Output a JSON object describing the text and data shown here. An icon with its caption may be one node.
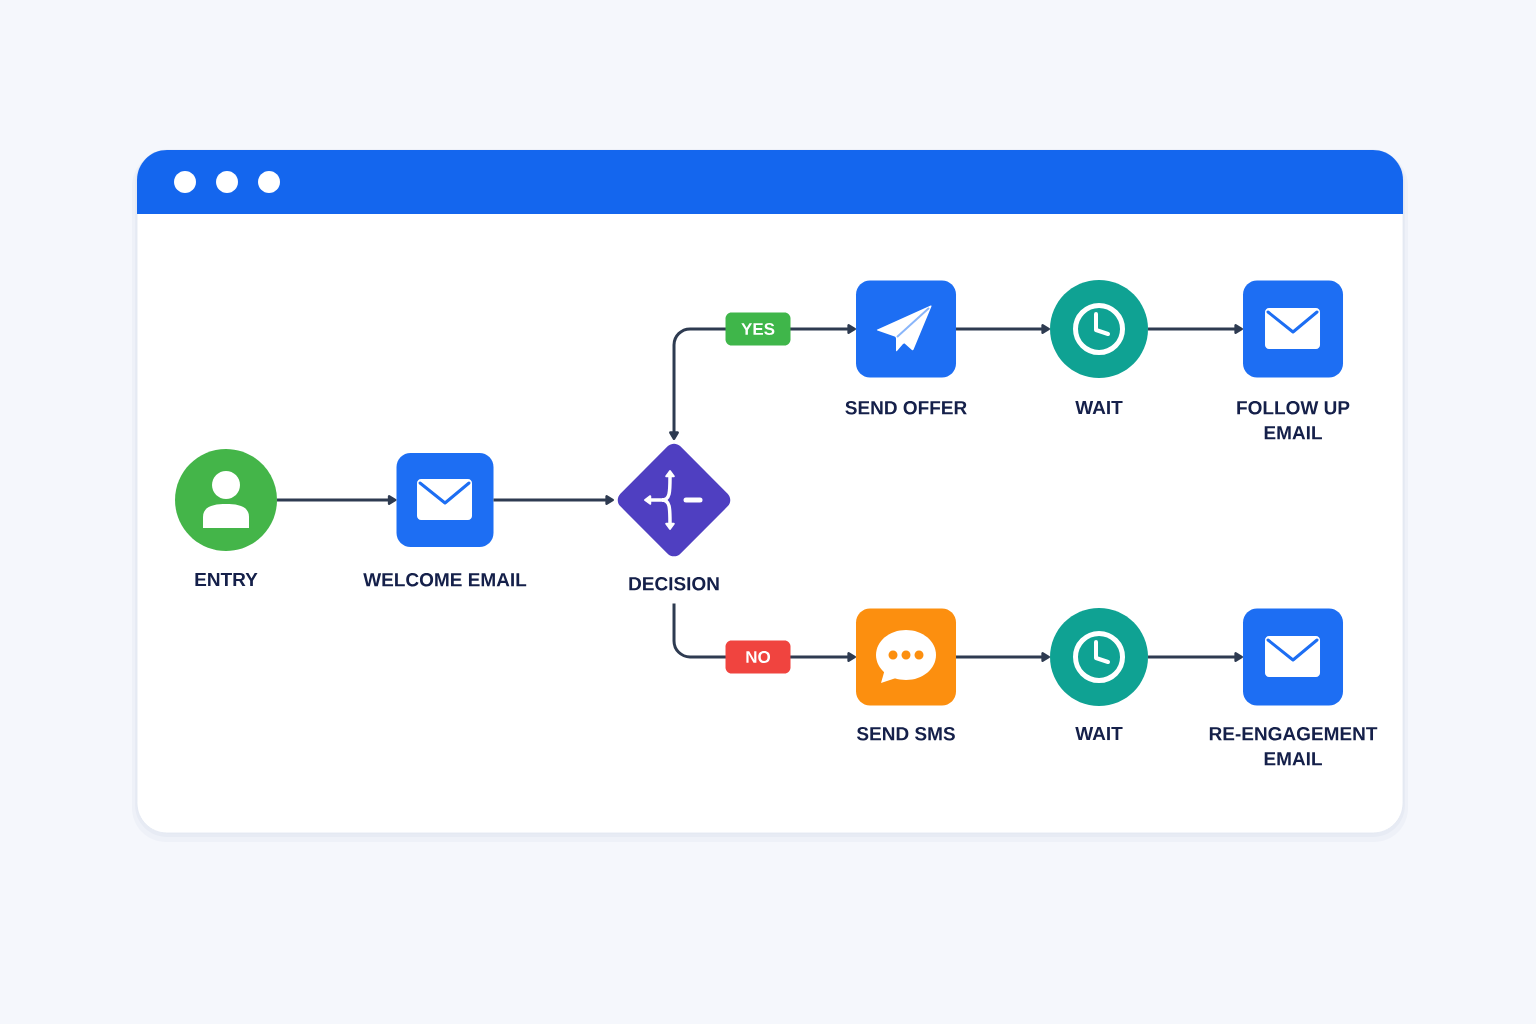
{
  "diagram": {
    "nodes": [
      {
        "text": [
          "ENTRY"
        ]
      },
      {
        "text": [
          "WELCOME EMAIL"
        ]
      },
      {
        "text": [
          "DECISION"
        ]
      },
      {
        "text": [
          "SEND OFFER"
        ]
      },
      {
        "text": [
          "WAIT"
        ]
      },
      {
        "text": [
          "FOLLOW UP EMAIL"
        ]
      },
      {
        "text": [
          "SEND SMS"
        ]
      },
      {
        "text": [
          "WAIT"
        ]
      },
      {
        "text": [
          "RE-ENGAGEMENT EMAIL"
        ]
      }
    ],
    "edges": [
      {
        "from": 0,
        "to": 1,
        "arrow": "to"
      },
      {
        "from": 1,
        "to": 2,
        "arrow": "to"
      },
      {
        "from": 2,
        "to": 3,
        "arrow": "both",
        "label": "YES"
      },
      {
        "from": 2,
        "to": 6,
        "arrow": "to",
        "label": "NO"
      },
      {
        "from": 3,
        "to": 4,
        "arrow": "to"
      },
      {
        "from": 4,
        "to": 5,
        "arrow": "to"
      },
      {
        "from": 6,
        "to": 7,
        "arrow": "to"
      },
      {
        "from": 7,
        "to": 8,
        "arrow": "to"
      }
    ]
  }
}
